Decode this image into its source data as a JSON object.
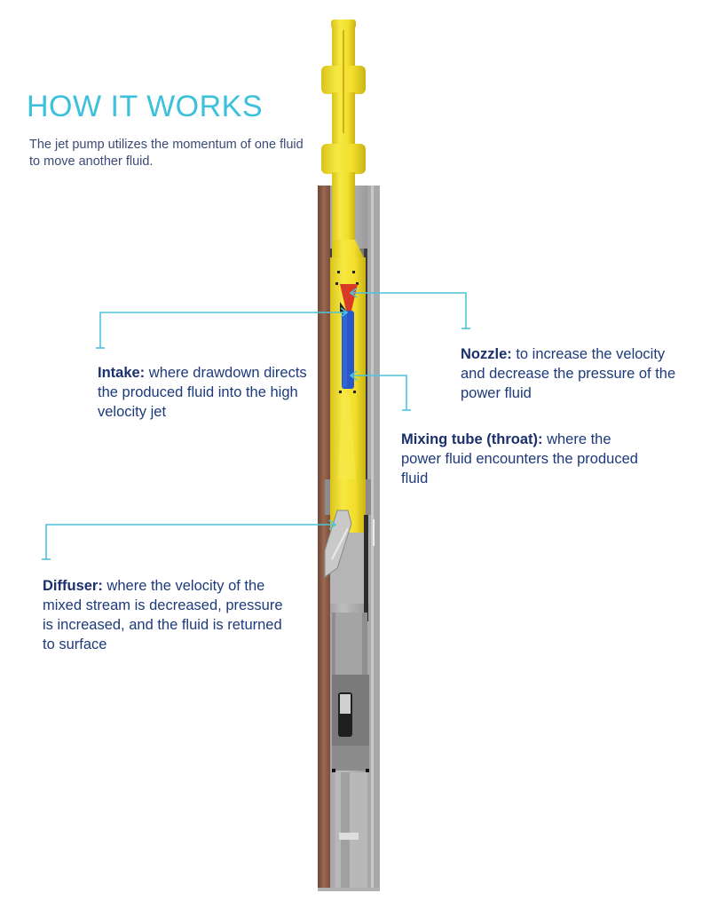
{
  "header": {
    "title": "HOW IT WORKS",
    "subtitle": "The jet pump utilizes the momentum of one fluid to move another fluid."
  },
  "callouts": [
    {
      "id": "intake",
      "term": "Intake:",
      "description": " where drawdown directs the produced fluid into the high velocity jet"
    },
    {
      "id": "nozzle",
      "term": "Nozzle:",
      "description": " to increase the velocity and decrease the pressure of the power fluid"
    },
    {
      "id": "mixing_tube",
      "term": "Mixing tube (throat):",
      "description": " where the power fluid encounters the produced fluid"
    },
    {
      "id": "diffuser",
      "term": "Diffuser:",
      "description": " where the velocity of the mixed stream is decreased, pressure is increased, and the fluid is returned to surface"
    }
  ],
  "colors": {
    "title": "#3cc0dc",
    "body_text": "#1d3a7a",
    "callout_line": "#4cc3dc",
    "tool_yellow": "#f2de2c",
    "nozzle_red": "#d83a26",
    "throat_blue": "#2a58c8",
    "casing_brown": "#8a5a44",
    "steel_gray": "#9a9a9a"
  }
}
